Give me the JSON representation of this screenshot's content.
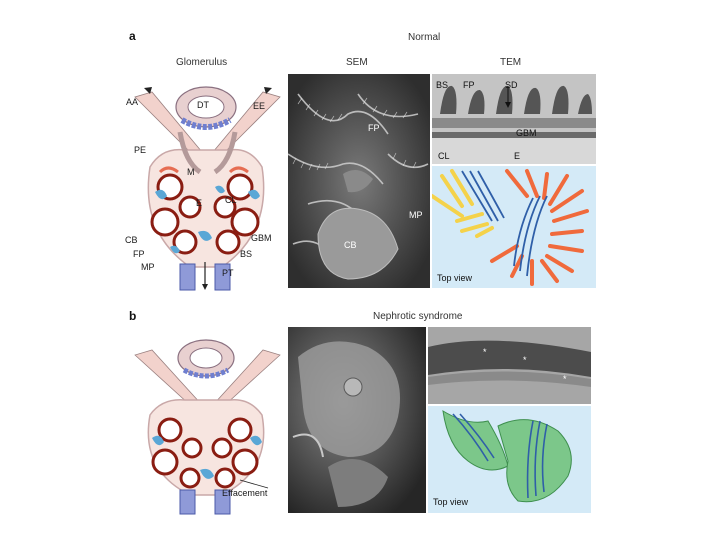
{
  "panel_a": {
    "letter": "a",
    "condition": "Normal",
    "col_glomerulus": "Glomerulus",
    "col_sem": "SEM",
    "col_tem": "TEM",
    "glom_labels": {
      "AA": "AA",
      "DT": "DT",
      "EE": "EE",
      "PE": "PE",
      "M": "M",
      "E": "E",
      "CL": "CL",
      "CB": "CB",
      "FP": "FP",
      "MP": "MP",
      "GBM": "GBM",
      "BS": "BS",
      "PT": "PT"
    },
    "sem_labels": {
      "FP": "FP",
      "MP": "MP",
      "CB": "CB"
    },
    "tem_labels": {
      "BS": "BS",
      "FP": "FP",
      "SD": "SD",
      "GBM": "GBM",
      "CL": "CL",
      "E": "E"
    },
    "top_view": "Top view"
  },
  "panel_b": {
    "letter": "b",
    "condition": "Nephrotic syndrome",
    "effacement": "Effacement",
    "top_view": "Top view"
  },
  "colors": {
    "podocyte_red": "#e2502f",
    "podocyte_outline": "#8a1d12",
    "mesangial_blue": "#5aa7d6",
    "capsule_pink": "#f2d2cc",
    "tubule_blue": "#6f7fd0",
    "effaced_green": "#7cc78a"
  }
}
